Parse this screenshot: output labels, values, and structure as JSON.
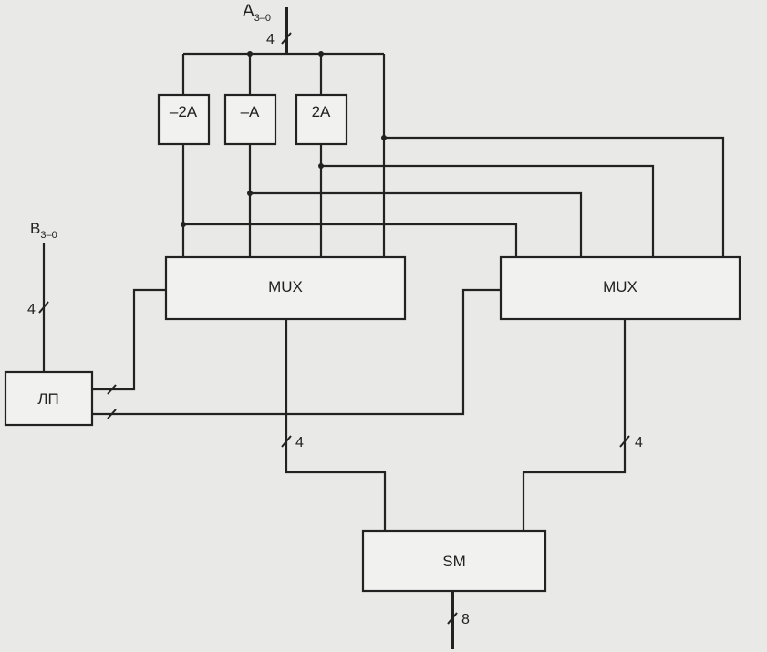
{
  "blocks": {
    "neg2a": "–2A",
    "nega": "–A",
    "twoa": "2A",
    "mux_left": "MUX",
    "mux_right": "MUX",
    "lp": "ЛП",
    "sm": "SM"
  },
  "inputs": {
    "a_main": "A",
    "a_sub": "3–0",
    "b_main": "B",
    "b_sub": "3–0"
  },
  "bus_widths": {
    "a_in": "4",
    "b_in": "4",
    "mux_left_out": "4",
    "mux_right_out": "4",
    "sm_out": "8"
  },
  "colors": {
    "line": "#222222",
    "background": "#e9e9e7"
  }
}
